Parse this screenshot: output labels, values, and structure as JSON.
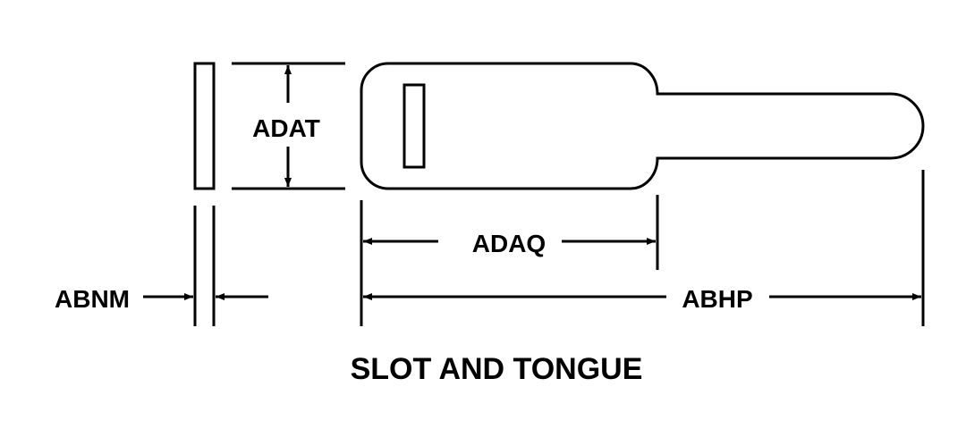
{
  "title": "SLOT AND TONGUE",
  "labels": {
    "thickness": "ADAT",
    "head_length": "ADAQ",
    "slot_width": "ABNM",
    "overall_length": "ABHP"
  },
  "colors": {
    "line": "#000000",
    "background": "#ffffff"
  }
}
